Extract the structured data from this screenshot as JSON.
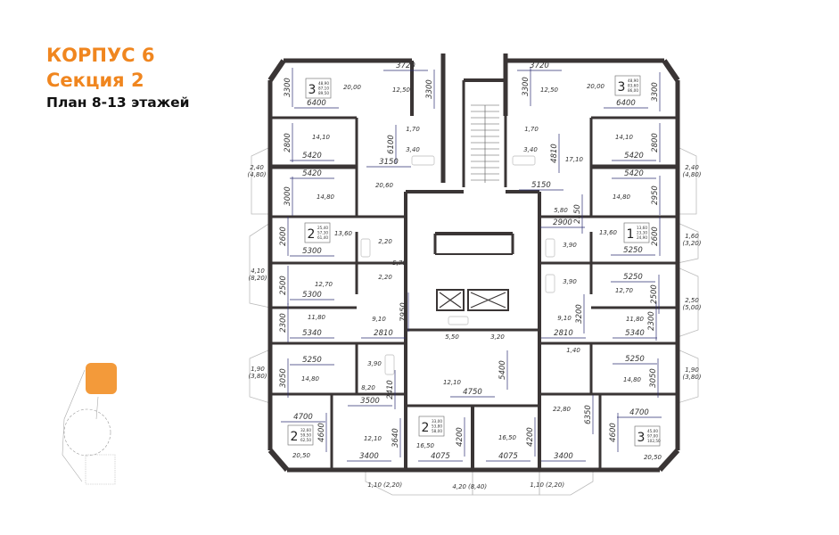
{
  "header": {
    "building": "КОРПУС 6",
    "section": "Секция 2",
    "plan": "План 8-13 этажей"
  },
  "colors": {
    "accent": "#f0861f",
    "walls": "#3a3535",
    "dimension_lines": "#2d2f72",
    "minimap_highlight": "#f39a3a"
  },
  "apartments": [
    {
      "rooms": "3",
      "areas": [
        "48,90",
        "87,10",
        "89,50"
      ]
    },
    {
      "rooms": "3",
      "areas": [
        "48,90",
        "83,60",
        "86,00"
      ]
    },
    {
      "rooms": "2",
      "areas": [
        "25,40",
        "57,30",
        "61,40"
      ]
    },
    {
      "rooms": "1",
      "areas": [
        "13,60",
        "23,30",
        "24,90"
      ]
    },
    {
      "rooms": "2",
      "areas": [
        "32,60",
        "59,50",
        "62,50"
      ]
    },
    {
      "rooms": "2",
      "areas": [
        "33,00",
        "53,80",
        "58,00"
      ]
    },
    {
      "rooms": "3",
      "areas": [
        "45,00",
        "97,00",
        "102,50"
      ]
    }
  ],
  "room_areas": [
    "12,50",
    "20,00",
    "1,70",
    "3,40",
    "14,10",
    "14,80",
    "20,60",
    "12,50",
    "20,00",
    "1,70",
    "3,40",
    "14,10",
    "17,10",
    "14,80",
    "5,80",
    "13,60",
    "3,90",
    "3,90",
    "12,70",
    "9,10",
    "11,80",
    "1,40",
    "14,80",
    "13,60",
    "2,20",
    "2,20",
    "12,70",
    "11,80",
    "9,10",
    "3,90",
    "14,80",
    "8,20",
    "5,50",
    "3,20",
    "12,10",
    "5,70",
    "12,10",
    "20,50",
    "16,50",
    "16,50",
    "22,80",
    "20,50"
  ],
  "dimensions": [
    "3720",
    "3300",
    "3300",
    "6400",
    "2800",
    "5420",
    "3150",
    "6100",
    "5420",
    "3000",
    "3720",
    "3300",
    "3300",
    "6400",
    "2800",
    "5420",
    "4810",
    "5150",
    "5420",
    "2950",
    "2150",
    "2900",
    "2600",
    "5250",
    "5250",
    "2500",
    "3200",
    "2300",
    "2810",
    "5340",
    "5250",
    "3050",
    "2600",
    "5300",
    "2500",
    "5300",
    "7950",
    "2300",
    "5340",
    "2810",
    "5250",
    "3050",
    "2410",
    "5400",
    "4750",
    "3500",
    "4700",
    "4600",
    "3640",
    "3400",
    "4200",
    "4075",
    "4200",
    "4075",
    "6350",
    "3400",
    "4700",
    "4600"
  ],
  "balconies": [
    {
      "a": "2,40",
      "b": "(4,80)"
    },
    {
      "a": "2,40",
      "b": "(4,80)"
    },
    {
      "a": "4,10",
      "b": "(8,20)"
    },
    {
      "a": "1,60",
      "b": "(3,20)"
    },
    {
      "a": "2,50",
      "b": "(5,00)"
    },
    {
      "a": "1,90",
      "b": "(3,80)"
    },
    {
      "a": "1,90",
      "b": "(3,80)"
    },
    {
      "a": "1,10",
      "b": "(2,20)"
    },
    {
      "a": "4,20",
      "b": "(8,40)"
    },
    {
      "a": "1,10",
      "b": "(2,20)"
    }
  ]
}
